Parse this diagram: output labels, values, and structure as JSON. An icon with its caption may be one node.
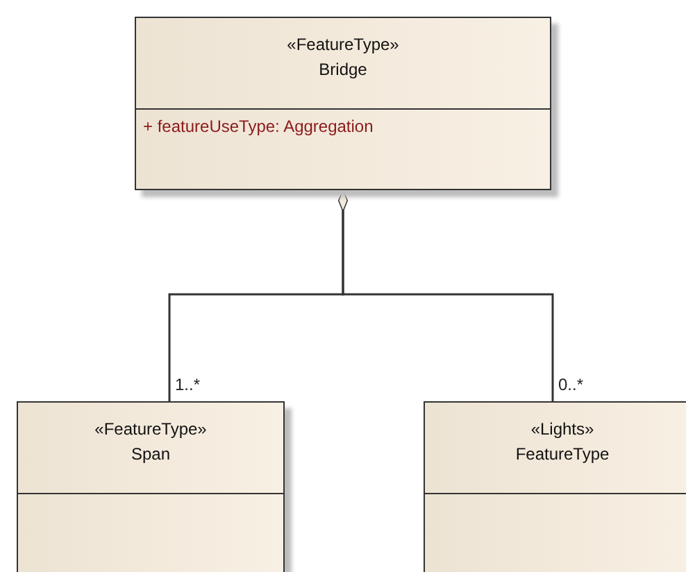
{
  "diagram": {
    "nodes": [
      {
        "text": [
          "«FeatureType»",
          "Bridge",
          "+ featureUseType: Aggregation"
        ]
      },
      {
        "text": [
          "«FeatureType»",
          "Span"
        ]
      },
      {
        "text": [
          "«Lights»",
          "FeatureType"
        ]
      }
    ],
    "edges": [
      {
        "from": 1,
        "to": 0,
        "arrow": "other",
        "label": "1..*"
      },
      {
        "from": 2,
        "to": 0,
        "arrow": "other",
        "label": "0..*"
      }
    ]
  }
}
